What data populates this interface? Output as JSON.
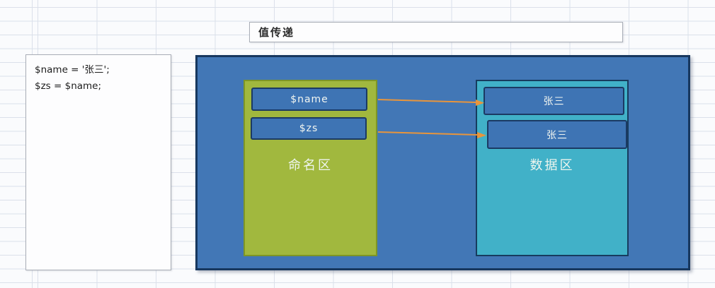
{
  "title_box": {
    "text": "值传递"
  },
  "code_box": {
    "lines": [
      "$name = '张三';",
      "$zs = $name;"
    ]
  },
  "diagram": {
    "naming_area": {
      "label": "命名区",
      "variables": [
        "$name",
        "$zs"
      ]
    },
    "data_area": {
      "label": "数据区",
      "values": [
        "张三",
        "张三"
      ]
    },
    "arrows": [
      {
        "from": "$name",
        "to": "张三"
      },
      {
        "from": "$zs",
        "to": "张三"
      }
    ]
  },
  "colors": {
    "container_blue": "#4277b6",
    "container_border": "#17375e",
    "chip_blue": "#3e74b4",
    "chip_border": "#1b3a63",
    "naming_green": "#a1b83e",
    "naming_border": "#7e9626",
    "data_teal": "#41b1c8",
    "arrow_orange": "#e8953c",
    "grid_line": "#dbe0ea"
  }
}
